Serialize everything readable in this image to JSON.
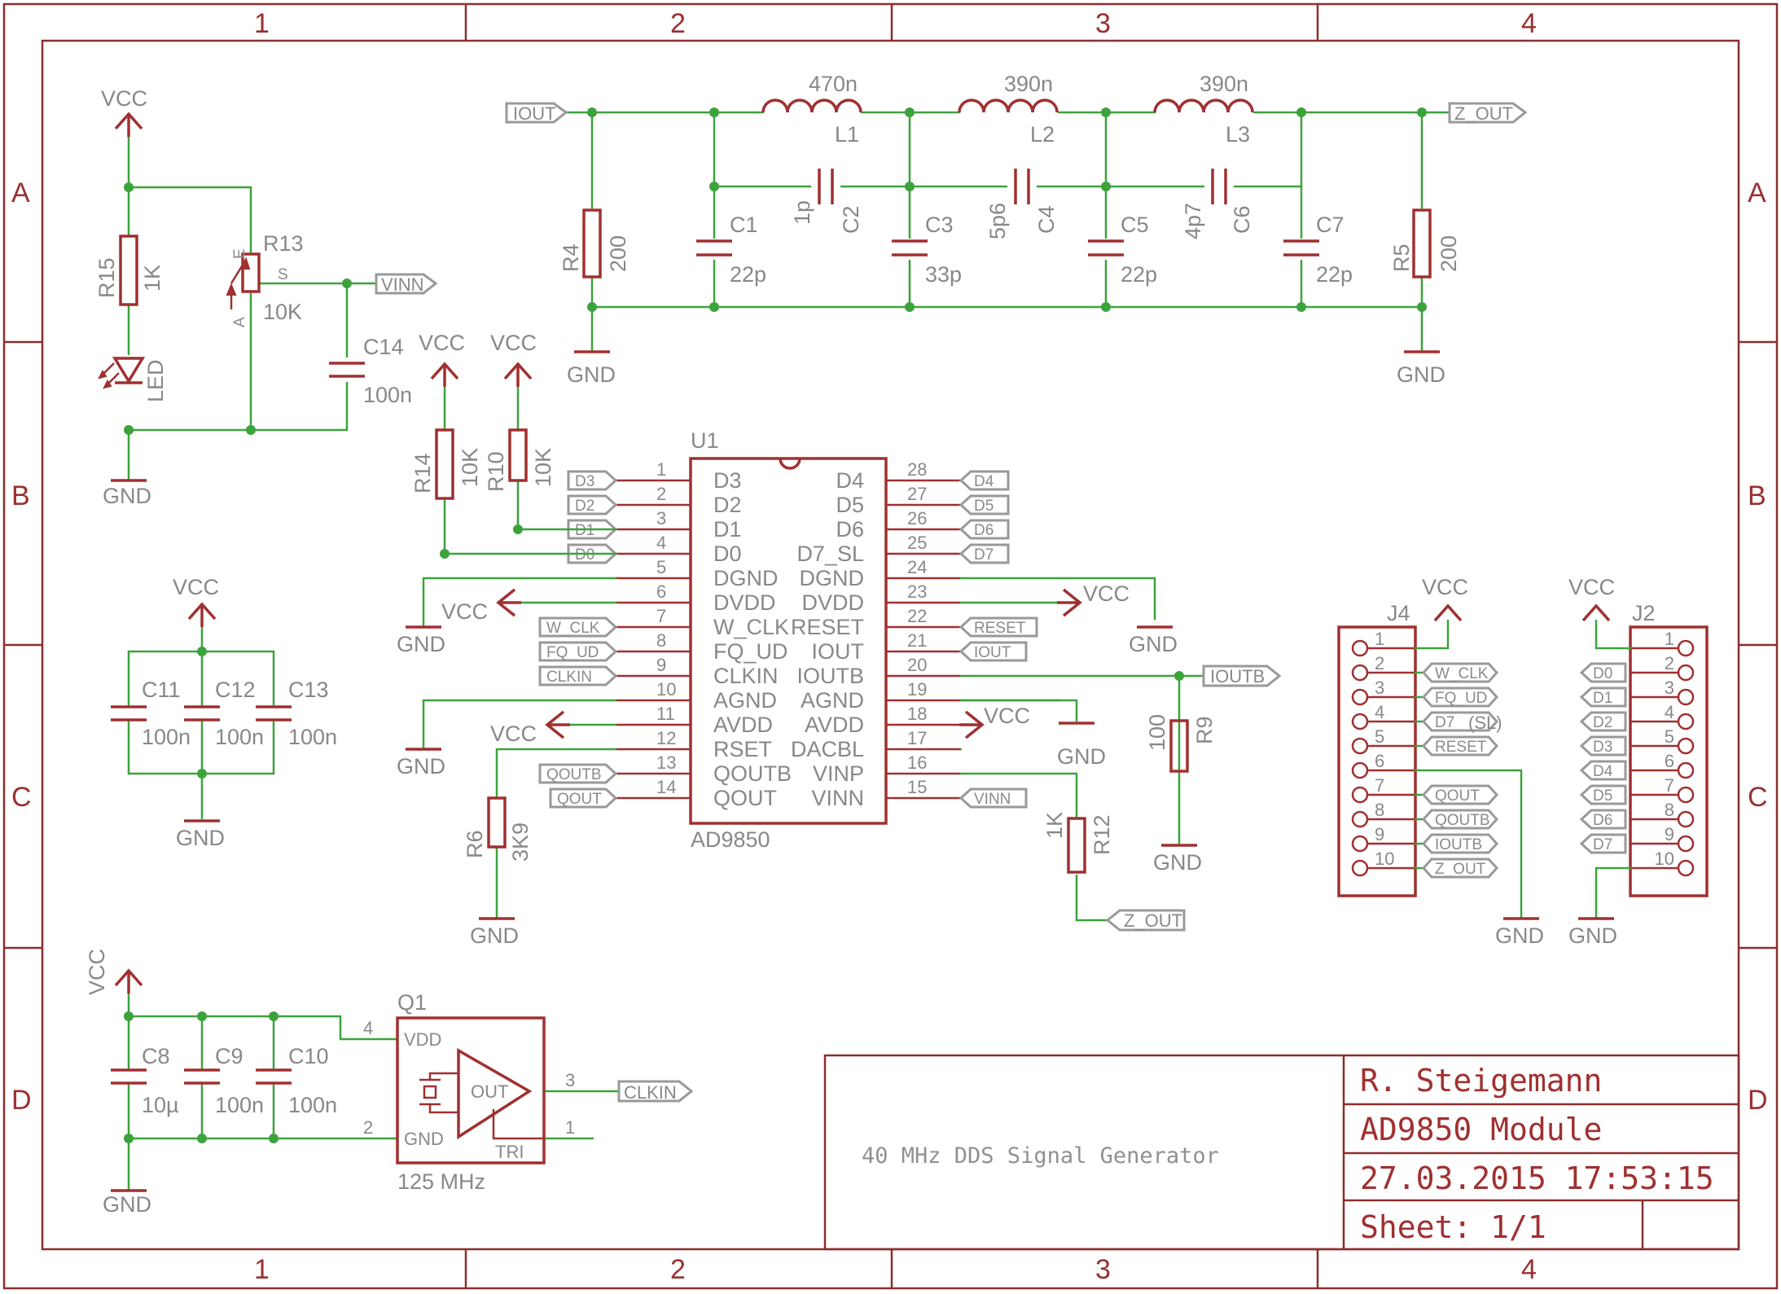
{
  "frame": {
    "columns": [
      "1",
      "2",
      "3",
      "4"
    ],
    "rows": [
      "A",
      "B",
      "C",
      "D"
    ]
  },
  "title_block": {
    "author": "R. Steigemann",
    "title": "AD9850 Module",
    "datetime": "27.03.2015 17:53:15",
    "sheet": "Sheet: 1/1",
    "description": "40 MHz DDS Signal Generator"
  },
  "filter": {
    "in_port": "IOUT",
    "out_port": "Z_OUT",
    "r4": {
      "name": "R4",
      "value": "200"
    },
    "r5": {
      "name": "R5",
      "value": "200"
    },
    "l1": {
      "name": "L1",
      "value": "470n"
    },
    "l2": {
      "name": "L2",
      "value": "390n"
    },
    "l3": {
      "name": "L3",
      "value": "390n"
    },
    "c1": {
      "name": "C1",
      "value": "22p"
    },
    "c2": {
      "name": "C2",
      "value": "1p"
    },
    "c3": {
      "name": "C3",
      "value": "33p"
    },
    "c4": {
      "name": "C4",
      "value": "5p6"
    },
    "c5": {
      "name": "C5",
      "value": "22p"
    },
    "c6": {
      "name": "C6",
      "value": "4p7"
    },
    "c7": {
      "name": "C7",
      "value": "22p"
    }
  },
  "led_block": {
    "r15": {
      "name": "R15",
      "value": "1K"
    },
    "led": "LED",
    "r13": {
      "name": "R13",
      "value": "10K"
    },
    "pot_pins": [
      "E",
      "S",
      "A"
    ],
    "c14": {
      "name": "C14",
      "value": "100n"
    },
    "vinn_port": "VINN"
  },
  "pullups": {
    "r14": {
      "name": "R14",
      "value": "10K"
    },
    "r10": {
      "name": "R10",
      "value": "10K"
    }
  },
  "decoupling": {
    "c11": {
      "name": "C11",
      "value": "100n"
    },
    "c12": {
      "name": "C12",
      "value": "100n"
    },
    "c13": {
      "name": "C13",
      "value": "100n"
    }
  },
  "ic": {
    "ref": "U1",
    "part": "AD9850",
    "left_pins": [
      {
        "num": "1",
        "name": "D3",
        "port": "D3"
      },
      {
        "num": "2",
        "name": "D2",
        "port": "D2"
      },
      {
        "num": "3",
        "name": "D1",
        "port": "D1"
      },
      {
        "num": "4",
        "name": "D0",
        "port": "D0"
      },
      {
        "num": "5",
        "name": "DGND",
        "port": ""
      },
      {
        "num": "6",
        "name": "DVDD",
        "port": ""
      },
      {
        "num": "7",
        "name": "W_CLK",
        "port": "W_CLK"
      },
      {
        "num": "8",
        "name": "FQ_UD",
        "port": "FQ_UD"
      },
      {
        "num": "9",
        "name": "CLKIN",
        "port": "CLKIN"
      },
      {
        "num": "10",
        "name": "AGND",
        "port": ""
      },
      {
        "num": "11",
        "name": "AVDD",
        "port": ""
      },
      {
        "num": "12",
        "name": "RSET",
        "port": ""
      },
      {
        "num": "13",
        "name": "QOUTB",
        "port": "QOUTB"
      },
      {
        "num": "14",
        "name": "QOUT",
        "port": "QOUT"
      }
    ],
    "right_pins": [
      {
        "num": "28",
        "name": "D4",
        "port": "D4"
      },
      {
        "num": "27",
        "name": "D5",
        "port": "D5"
      },
      {
        "num": "26",
        "name": "D6",
        "port": "D6"
      },
      {
        "num": "25",
        "name": "D7_SL",
        "port": "D7"
      },
      {
        "num": "24",
        "name": "DGND",
        "port": ""
      },
      {
        "num": "23",
        "name": "DVDD",
        "port": ""
      },
      {
        "num": "22",
        "name": "RESET",
        "port": "RESET"
      },
      {
        "num": "21",
        "name": "IOUT",
        "port": "IOUT"
      },
      {
        "num": "20",
        "name": "IOUTB",
        "port": ""
      },
      {
        "num": "19",
        "name": "AGND",
        "port": ""
      },
      {
        "num": "18",
        "name": "AVDD",
        "port": ""
      },
      {
        "num": "17",
        "name": "DACBL",
        "port": ""
      },
      {
        "num": "16",
        "name": "VINP",
        "port": ""
      },
      {
        "num": "15",
        "name": "VINN",
        "port": "VINN"
      }
    ]
  },
  "ic_extra": {
    "ioutb_port": "IOUTB",
    "zout_port": "Z_OUT",
    "r9": {
      "name": "R9",
      "value": "100"
    },
    "r12": {
      "name": "R12",
      "value": "1K"
    },
    "r6": {
      "name": "R6",
      "value": "3K9"
    }
  },
  "connectors": {
    "j4": {
      "name": "J4",
      "pins": [
        "1",
        "2",
        "3",
        "4",
        "5",
        "6",
        "7",
        "8",
        "9",
        "10"
      ],
      "ports": [
        "W_CLK",
        "FQ_UD",
        "D7",
        "RESET",
        "QOUT",
        "QOUTB",
        "IOUTB",
        "Z_OUT"
      ],
      "sl_note": "(SL)"
    },
    "j2": {
      "name": "J2",
      "pins": [
        "1",
        "2",
        "3",
        "4",
        "5",
        "6",
        "7",
        "8",
        "9",
        "10"
      ],
      "ports": [
        "D0",
        "D1",
        "D2",
        "D3",
        "D4",
        "D5",
        "D6",
        "D7"
      ]
    }
  },
  "oscillator": {
    "ref": "Q1",
    "freq": "125 MHz",
    "pins": {
      "vdd": "VDD",
      "gnd": "GND",
      "out": "OUT",
      "tri": "TRI"
    },
    "pin_nums": {
      "vdd": "4",
      "gnd": "2",
      "out": "3",
      "tri": "1"
    },
    "out_port": "CLKIN",
    "c8": {
      "name": "C8",
      "value": "10µ"
    },
    "c9": {
      "name": "C9",
      "value": "100n"
    },
    "c10": {
      "name": "C10",
      "value": "100n"
    }
  },
  "power": {
    "vcc": "VCC",
    "gnd": "GND"
  }
}
